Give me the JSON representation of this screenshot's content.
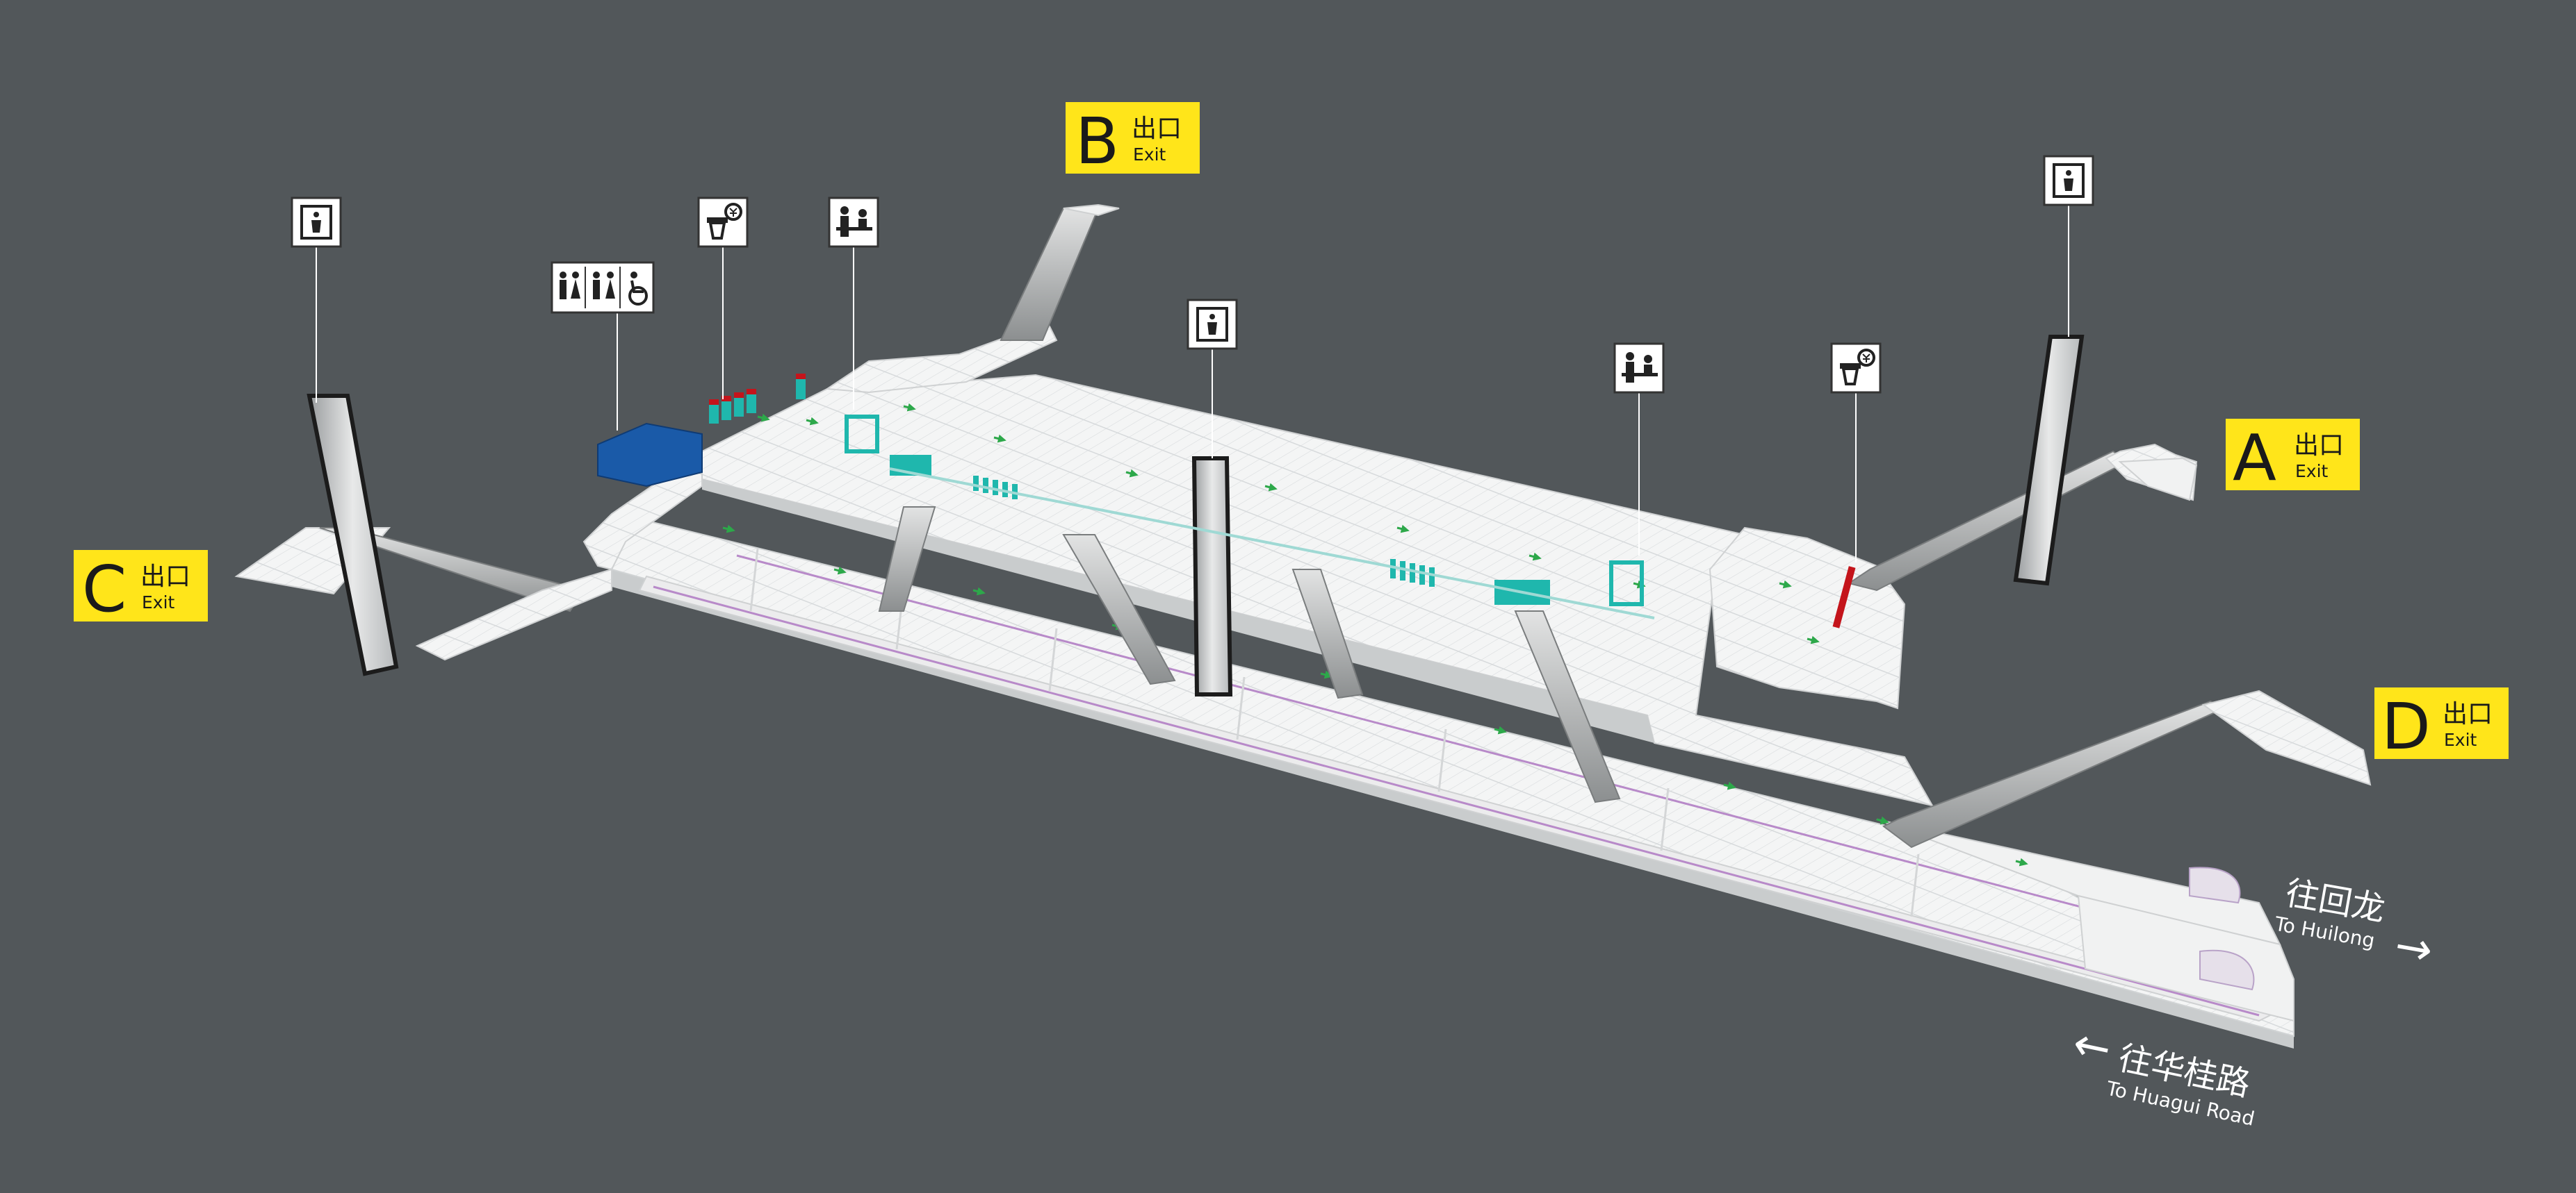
{
  "colors": {
    "background": "#52575a",
    "floor": "#f4f5f5",
    "floor_edge": "#c9cccd",
    "grid": "#d6d9db",
    "exit_sign": "#ffe51a",
    "exit_text": "#1a1a1a",
    "machines": "#1fb7ad",
    "ticket_office": "#1a5aa8",
    "red_item": "#c4141b",
    "track_line": "#b88ac9",
    "guide_arrow": "#2da84a"
  },
  "exits": {
    "A": {
      "letter": "A",
      "cn": "出口",
      "en": "Exit"
    },
    "B": {
      "letter": "B",
      "cn": "出口",
      "en": "Exit"
    },
    "C": {
      "letter": "C",
      "cn": "出口",
      "en": "Exit"
    },
    "D": {
      "letter": "D",
      "cn": "出口",
      "en": "Exit"
    }
  },
  "directions": {
    "huilong": {
      "cn": "往回龙",
      "en": "To Huilong",
      "arrow": "→"
    },
    "huagui": {
      "cn": "往华桂路",
      "en": "To Huagui Road",
      "arrow": "←"
    }
  },
  "facility_icons": [
    {
      "id": "elevator-c",
      "icon": "elevator-icon"
    },
    {
      "id": "toilets",
      "icon": "toilets-icon"
    },
    {
      "id": "ticket-vending",
      "icon": "ticket-vending-icon"
    },
    {
      "id": "service-center-west",
      "icon": "customer-service-icon"
    },
    {
      "id": "elevator-center",
      "icon": "elevator-icon"
    },
    {
      "id": "service-center-east",
      "icon": "customer-service-icon"
    },
    {
      "id": "ticket-vending-east",
      "icon": "ticket-vending-icon"
    },
    {
      "id": "elevator-a",
      "icon": "elevator-icon"
    }
  ]
}
